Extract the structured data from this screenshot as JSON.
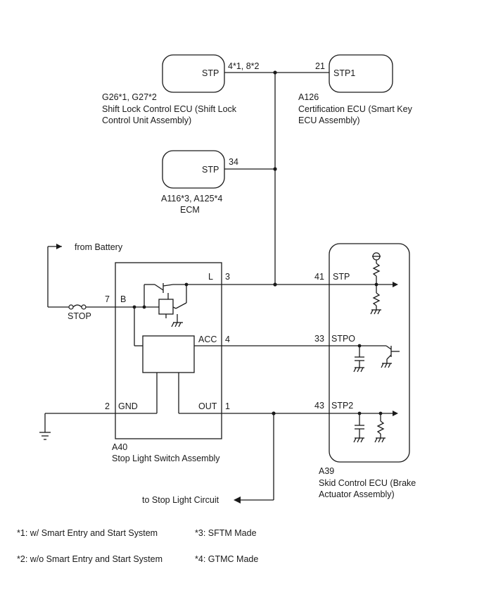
{
  "components": {
    "shift_lock_ecu": {
      "pin_name": "STP",
      "pin_no": "4*1, 8*2",
      "codes": "G26*1, G27*2",
      "name_line1": "Shift Lock Control ECU (Shift Lock",
      "name_line2": "Control Unit Assembly)"
    },
    "certification_ecu": {
      "pin_name": "STP1",
      "pin_no": "21",
      "code": "A126",
      "name_line1": "Certification ECU (Smart Key",
      "name_line2": "ECU Assembly)"
    },
    "ecm": {
      "pin_name": "STP",
      "pin_no": "34",
      "codes": "A116*3, A125*4",
      "name": "ECM"
    },
    "stop_light_switch": {
      "code": "A40",
      "name": "Stop Light Switch Assembly",
      "pin_b_no": "7",
      "pin_b_name": "B",
      "pin_l_name": "L",
      "pin_l_no": "3",
      "pin_acc_name": "ACC",
      "pin_acc_no": "4",
      "pin_gnd_no": "2",
      "pin_gnd_name": "GND",
      "pin_out_name": "OUT",
      "pin_out_no": "1"
    },
    "skid_control_ecu": {
      "code": "A39",
      "name_line1": "Skid Control ECU (Brake",
      "name_line2": "Actuator Assembly)",
      "pin_stp_no": "41",
      "pin_stp_name": "STP",
      "pin_stpo_no": "33",
      "pin_stpo_name": "STPO",
      "pin_stp2_no": "43",
      "pin_stp2_name": "STP2"
    }
  },
  "labels": {
    "from_battery": "from Battery",
    "fuse": "STOP",
    "to_stop_light": "to Stop Light Circuit"
  },
  "notes": {
    "n1": "*1: w/ Smart Entry and Start System",
    "n2": "*2: w/o Smart Entry and Start System",
    "n3": "*3: SFTM Made",
    "n4": "*4: GTMC Made"
  }
}
